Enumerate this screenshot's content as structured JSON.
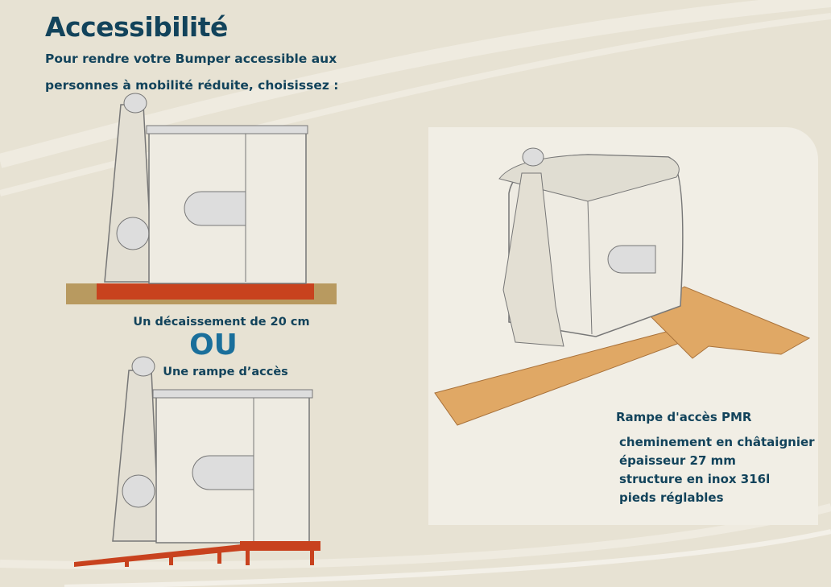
{
  "header": {
    "title": "Accessibilité",
    "subtitle_line1": "Pour rendre votre Bumper accessible aux",
    "subtitle_line2": "personnes à mobilité réduite, choisissez :"
  },
  "options": {
    "option1_caption": "Un décaissement de 20 cm",
    "separator": "OU",
    "option2_caption": "Une rampe d’accès"
  },
  "product": {
    "title": "Rampe d'accès PMR",
    "features": [
      "cheminement en châtaignier",
      "épaisseur 27 mm",
      "structure en inox 316l",
      "pieds réglables"
    ]
  },
  "colors": {
    "text": "#12435b",
    "accent": "#1a6f9b",
    "background": "#e7e2d3",
    "ramp_red": "#c8421e",
    "wood": "#e0a865"
  }
}
